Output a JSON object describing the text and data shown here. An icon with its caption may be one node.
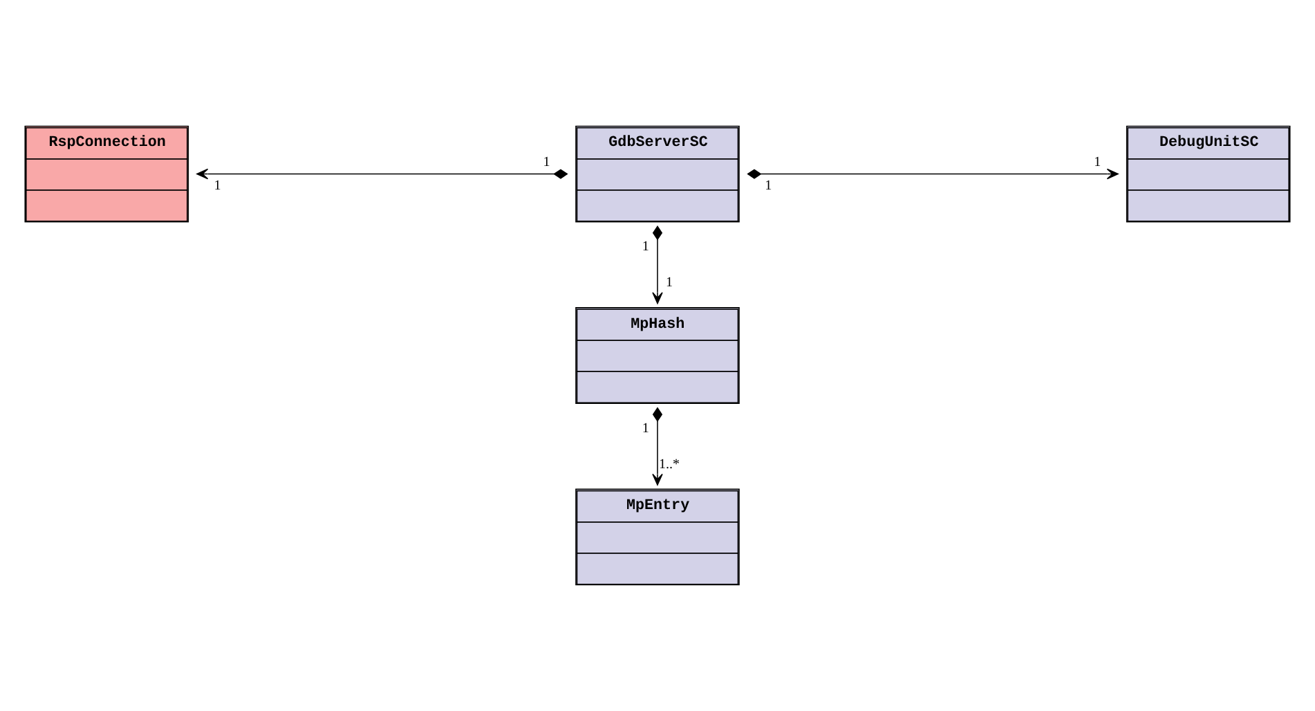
{
  "diagram": {
    "nodes": [
      {
        "text": [
          "RspConnection"
        ]
      },
      {
        "text": [
          "GdbServerSC"
        ]
      },
      {
        "text": [
          "DebugUnitSC"
        ]
      },
      {
        "text": [
          "MpHash"
        ]
      },
      {
        "text": [
          "MpEntry"
        ]
      }
    ],
    "edges": [
      {
        "from": 1,
        "to": 0,
        "arrow": "to"
      },
      {
        "from": 1,
        "to": 2,
        "arrow": "to"
      },
      {
        "from": 1,
        "to": 3,
        "arrow": "to"
      },
      {
        "from": 3,
        "to": 4,
        "arrow": "to"
      }
    ],
    "labels": [
      "1",
      "1",
      "1",
      "1",
      "1",
      "1",
      "1",
      "1..*"
    ]
  }
}
